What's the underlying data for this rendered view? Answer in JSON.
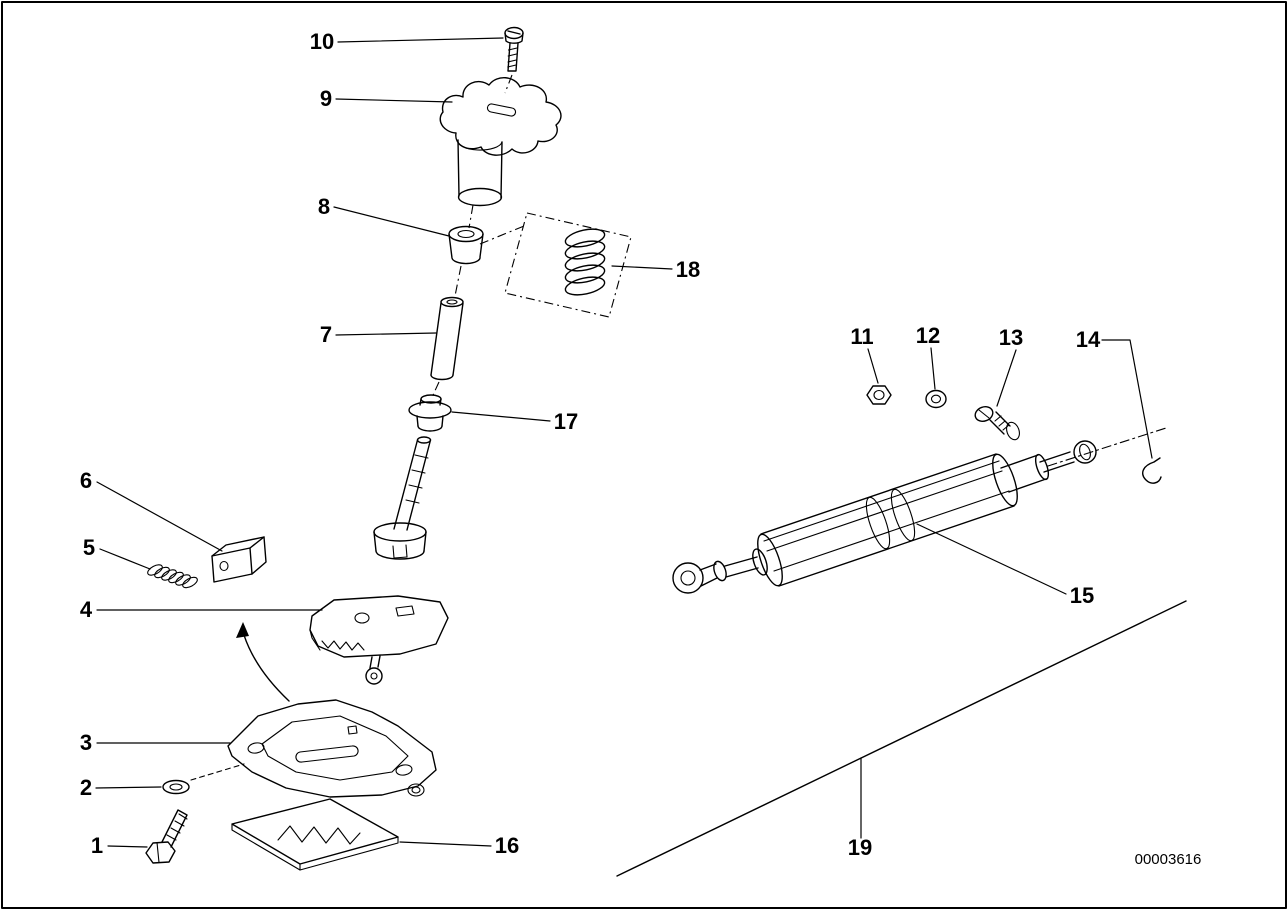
{
  "diagram": {
    "code": "00003616",
    "callouts": {
      "c1": "1",
      "c2": "2",
      "c3": "3",
      "c4": "4",
      "c5": "5",
      "c6": "6",
      "c7": "7",
      "c8": "8",
      "c9": "9",
      "c10": "10",
      "c11": "11",
      "c12": "12",
      "c13": "13",
      "c14": "14",
      "c15": "15",
      "c16": "16",
      "c17": "17",
      "c18": "18",
      "c19": "19"
    },
    "colors": {
      "ink": "#000000",
      "background": "#ffffff"
    }
  }
}
